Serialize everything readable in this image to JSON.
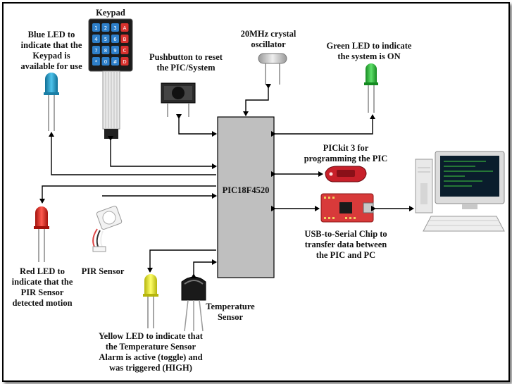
{
  "labels": {
    "keypad": "Keypad",
    "blue_led": [
      "Blue LED to",
      "indicate that the",
      "Keypad is",
      "available for use"
    ],
    "pushbutton": [
      "Pushbutton to reset",
      "the PIC/System"
    ],
    "oscillator": [
      "20MHz crystal",
      "oscillator"
    ],
    "green_led": [
      "Green LED to indicate",
      "the system is ON"
    ],
    "pic": "PIC18F4520",
    "pickit": [
      "PICkit 3 for",
      "programming the PIC"
    ],
    "usb_serial": [
      "USB-to-Serial Chip to",
      "transfer data between",
      "the PIC and PC"
    ],
    "red_led": [
      "Red LED to",
      "indicate that the",
      "PIR Sensor",
      "detected motion"
    ],
    "pir": "PIR Sensor",
    "temp_sensor": [
      "Temperature",
      "Sensor"
    ],
    "yellow_led": [
      "Yellow LED to indicate that",
      "the Temperature Sensor",
      "Alarm is active (toggle) and",
      "was triggered (HIGH)"
    ]
  },
  "keypad_keys": [
    "1",
    "2",
    "3",
    "A",
    "4",
    "5",
    "6",
    "B",
    "7",
    "8",
    "9",
    "C",
    "*",
    "0",
    "#",
    "D"
  ],
  "icons": {
    "keypad": "keypad-icon",
    "pushbutton": "pushbutton-icon",
    "oscillator": "crystal-oscillator-icon",
    "blue_led": "blue-led-icon",
    "green_led": "green-led-icon",
    "red_led": "red-led-icon",
    "yellow_led": "yellow-led-icon",
    "pir": "pir-sensor-icon",
    "temp_sensor": "temperature-sensor-icon",
    "pickit": "pickit-icon",
    "usb_serial": "usb-serial-board-icon",
    "pc": "desktop-computer-icon"
  },
  "colors": {
    "pic_fill": "#bfbfbf",
    "blue_led": "#2aa7d6",
    "green_led": "#2fbf3b",
    "red_led": "#e3241b",
    "yellow_led": "#e6e619",
    "keypad_blue": "#2e7fc9",
    "keypad_red": "#d8322e",
    "pickit": "#c8202a",
    "usb_board": "#d83a3a"
  }
}
